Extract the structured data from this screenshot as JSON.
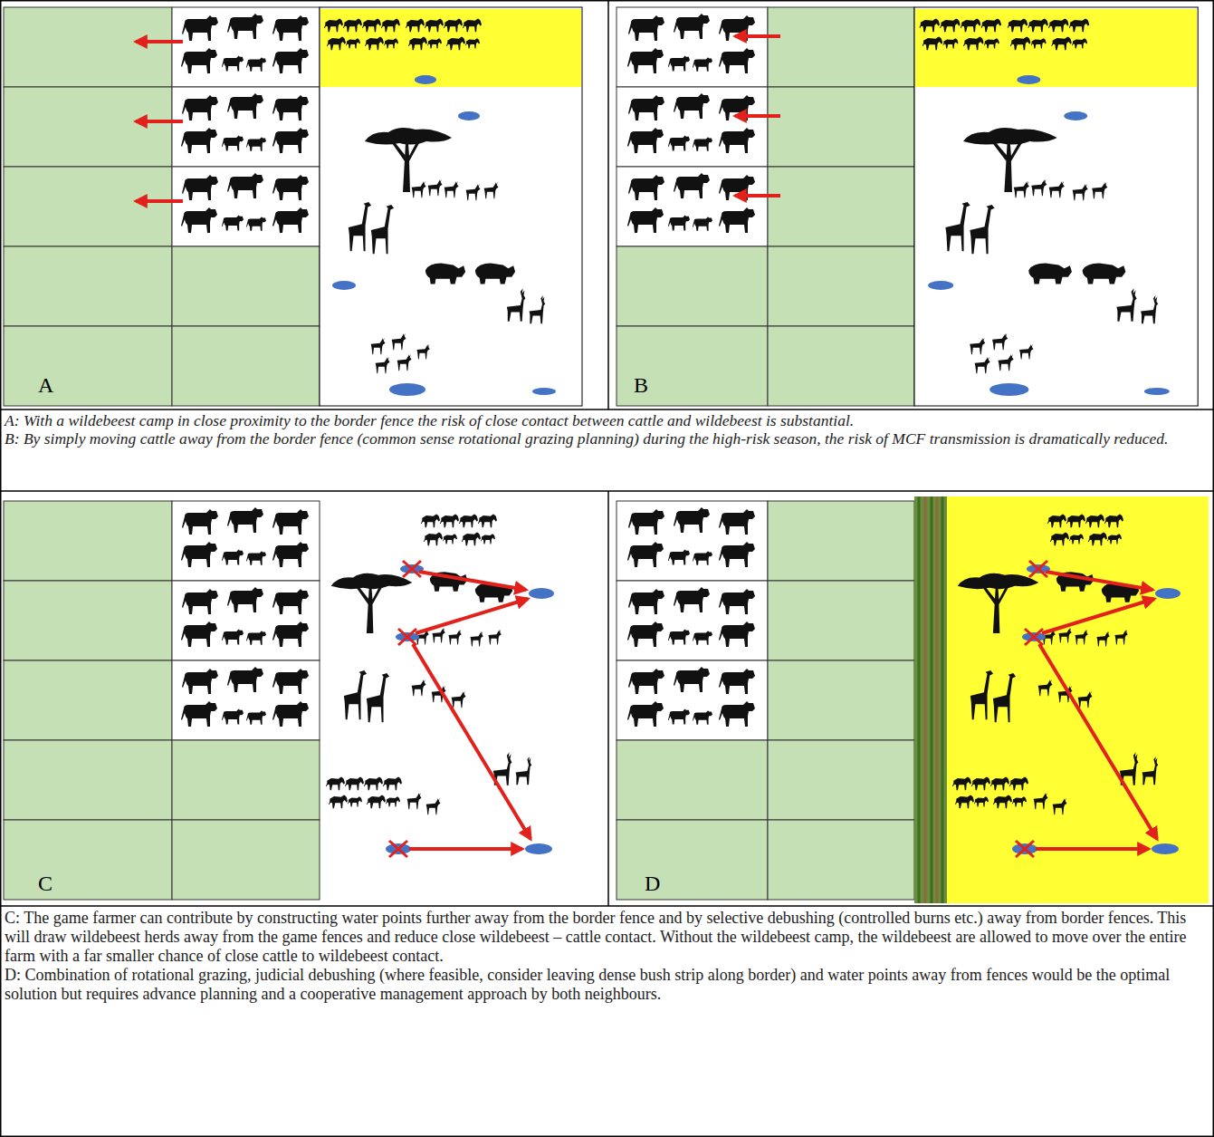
{
  "diagram": {
    "nodes": [
      {
        "text": [
          "A"
        ]
      },
      {
        "text": [
          "B"
        ]
      },
      {
        "text": [
          "C"
        ]
      },
      {
        "text": [
          "D"
        ]
      }
    ],
    "labels": [
      "A: With a wildebeest camp in close proximity to the border fence the risk of close contact between cattle and wildebeest is substantial.",
      "B: By simply moving cattle away from the border fence (common sense rotational grazing planning) during the high-risk season, the risk of MCF transmission is dramatically reduced.",
      "C: The game farmer can contribute by constructing water points further away from the border fence and by selective debushing (controlled burns etc.) away from border fences. This will draw wildebeest herds away from the game fences and reduce close wildebeest – cattle contact. Without the wildebeest camp, the wildebeest are allowed to move over the entire farm with a far smaller chance of close cattle to wildebeest contact.",
      "D: Combination of rotational grazing, judicial debushing (where feasible, consider leaving dense bush strip along border) and water points away from fences would be the optimal solution but requires advance planning and a cooperative management approach by both neighbours."
    ]
  }
}
